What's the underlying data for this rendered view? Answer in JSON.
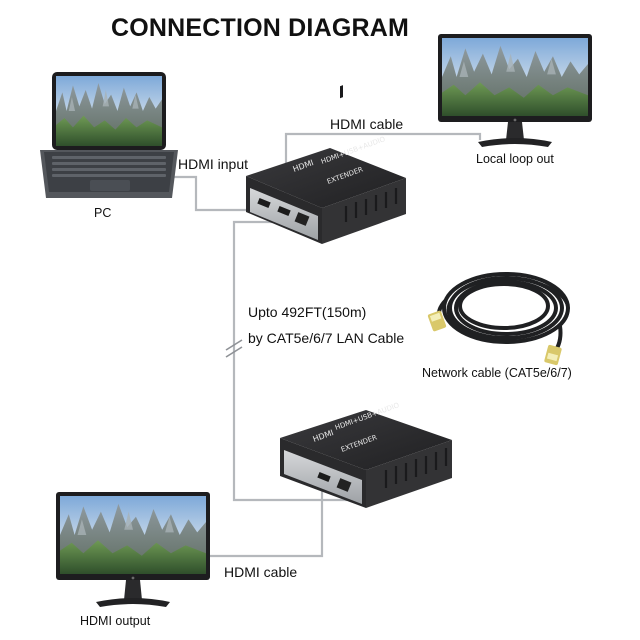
{
  "title": "CONNECTION DIAGRAM",
  "labels": {
    "hdmi_cable_top": "HDMI cable",
    "hdmi_input": "HDMI input",
    "pc": "PC",
    "local_loop_out": "Local loop out",
    "distance_line1": "Upto 492FT(150m)",
    "distance_line2": "by CAT5e/6/7 LAN Cable",
    "network_cable": "Network cable (CAT5e/6/7)",
    "hdmi_cable_bottom": "HDMI cable",
    "hdmi_output": "HDMI output"
  },
  "devices": {
    "transmitter_text": "HDMI+USB+AUDIO",
    "transmitter_brand": "HDMI",
    "transmitter_extender": "EXTENDER",
    "receiver_text": "HDMI+USB+AUDIO",
    "receiver_brand": "HDMI",
    "receiver_extender": "EXTENDER"
  },
  "colors": {
    "cable_line": "#b5b8bc",
    "device_body": "#2c2c2e",
    "monitor_frame": "#1d1d1f"
  }
}
